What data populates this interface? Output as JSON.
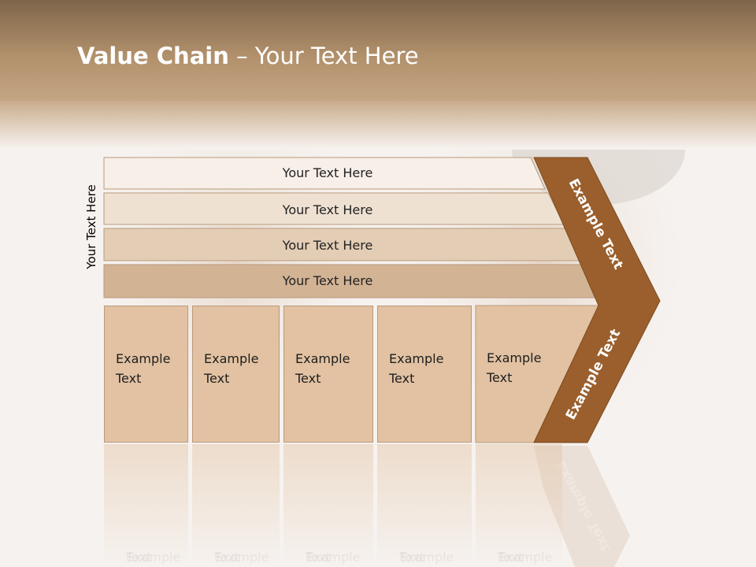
{
  "title": {
    "bold": "Value Chain",
    "rest": " – Your Text Here"
  },
  "side_label": "Your Text Here",
  "bars": [
    {
      "label": "Your Text Here",
      "color": "#f7efe8"
    },
    {
      "label": "Your Text Here",
      "color": "#efe1d2"
    },
    {
      "label": "Your Text Here",
      "color": "#e3cdb5"
    },
    {
      "label": "Your Text Here",
      "color": "#d2b394"
    }
  ],
  "boxes": [
    {
      "line1": "Example",
      "line2": "Text"
    },
    {
      "line1": "Example",
      "line2": "Text"
    },
    {
      "line1": "Example",
      "line2": "Text"
    },
    {
      "line1": "Example",
      "line2": "Text"
    },
    {
      "line1": "Example",
      "line2": "Text"
    }
  ],
  "chevron": {
    "upper_text": "Example Text",
    "lower_text": "Example Text",
    "color": "#9a5f2c"
  },
  "colors": {
    "header_top": "#7a6248",
    "header_mid": "#b3916c",
    "box_fill": "#e2c2a2"
  }
}
